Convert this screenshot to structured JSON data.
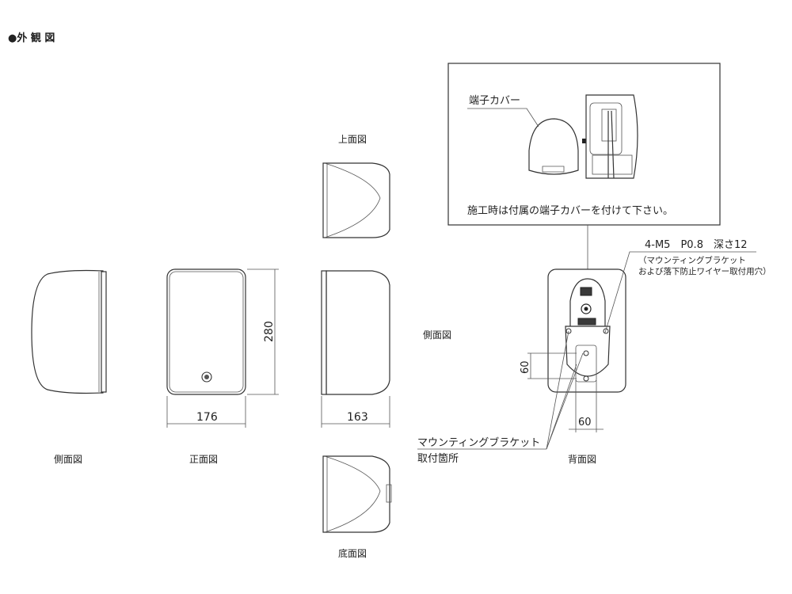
{
  "title": "●外 観 図",
  "views": {
    "top": "上面図",
    "bottom": "底面図",
    "side_left": "側面図",
    "side_right": "側面図",
    "front": "正面図",
    "back": "背面図"
  },
  "dimensions": {
    "width": "176",
    "height": "280",
    "depth": "163",
    "bracket_h": "60",
    "bracket_w": "60"
  },
  "callouts": {
    "terminal_cover": "端子カバー",
    "install_note": "施工時は付属の端子カバーを付けて下さい。",
    "screw_spec": "4-M5　P0.8　深さ12",
    "screw_note_line1": "（マウンティングブラケット",
    "screw_note_line2": "および落下防止ワイヤー取付用穴）",
    "bracket_line1": "マウンティングブラケット",
    "bracket_line2": "取付箇所"
  }
}
